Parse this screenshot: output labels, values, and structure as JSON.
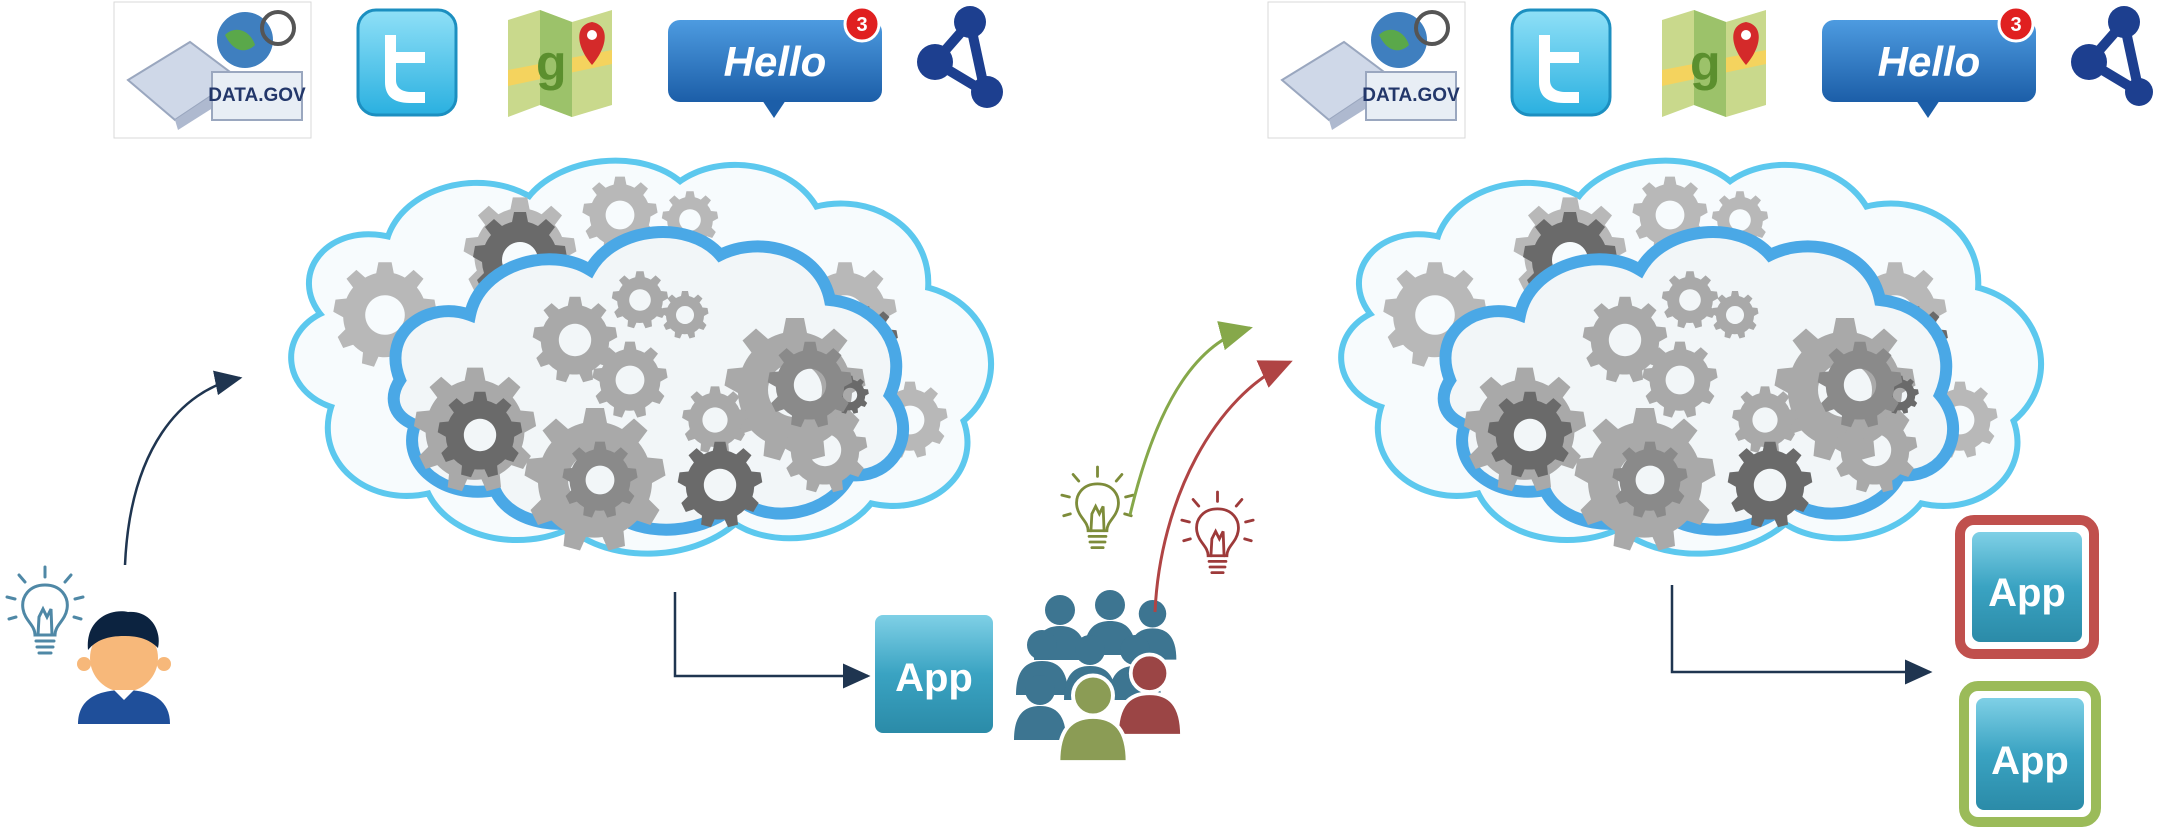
{
  "sources": {
    "datagov_label": "DATA.GOV",
    "hello_label": "Hello",
    "hello_badge": "3"
  },
  "apps": {
    "label": "App"
  },
  "colors": {
    "cloud_outer": "#5cc8ee",
    "cloud_inner": "#4aa8e6",
    "gear_dark": "#6a6a6a",
    "gear_light": "#a9a9a9",
    "arrow_dark": "#1f3550",
    "arrow_green": "#86a84a",
    "arrow_red": "#b04444",
    "app_blue": "#3aa3c2",
    "app_frame_red": "#c0504d",
    "app_frame_green": "#9bbb59",
    "crowd_blue": "#3d7591",
    "person_green": "#8b9c55",
    "person_red": "#9b4545",
    "bulb_blue": "#4f88a6",
    "bulb_green": "#7d8c3a",
    "bulb_red": "#9d3a3a"
  },
  "icons": {
    "datagov": "datagov-box-icon",
    "twitter": "twitter-icon",
    "maps": "google-maps-icon",
    "hello": "hello-speech-bubble-icon",
    "share": "share-network-icon",
    "developer": "developer-person-icon",
    "crowd": "user-crowd-icon",
    "bulb": "idea-lightbulb-icon"
  }
}
